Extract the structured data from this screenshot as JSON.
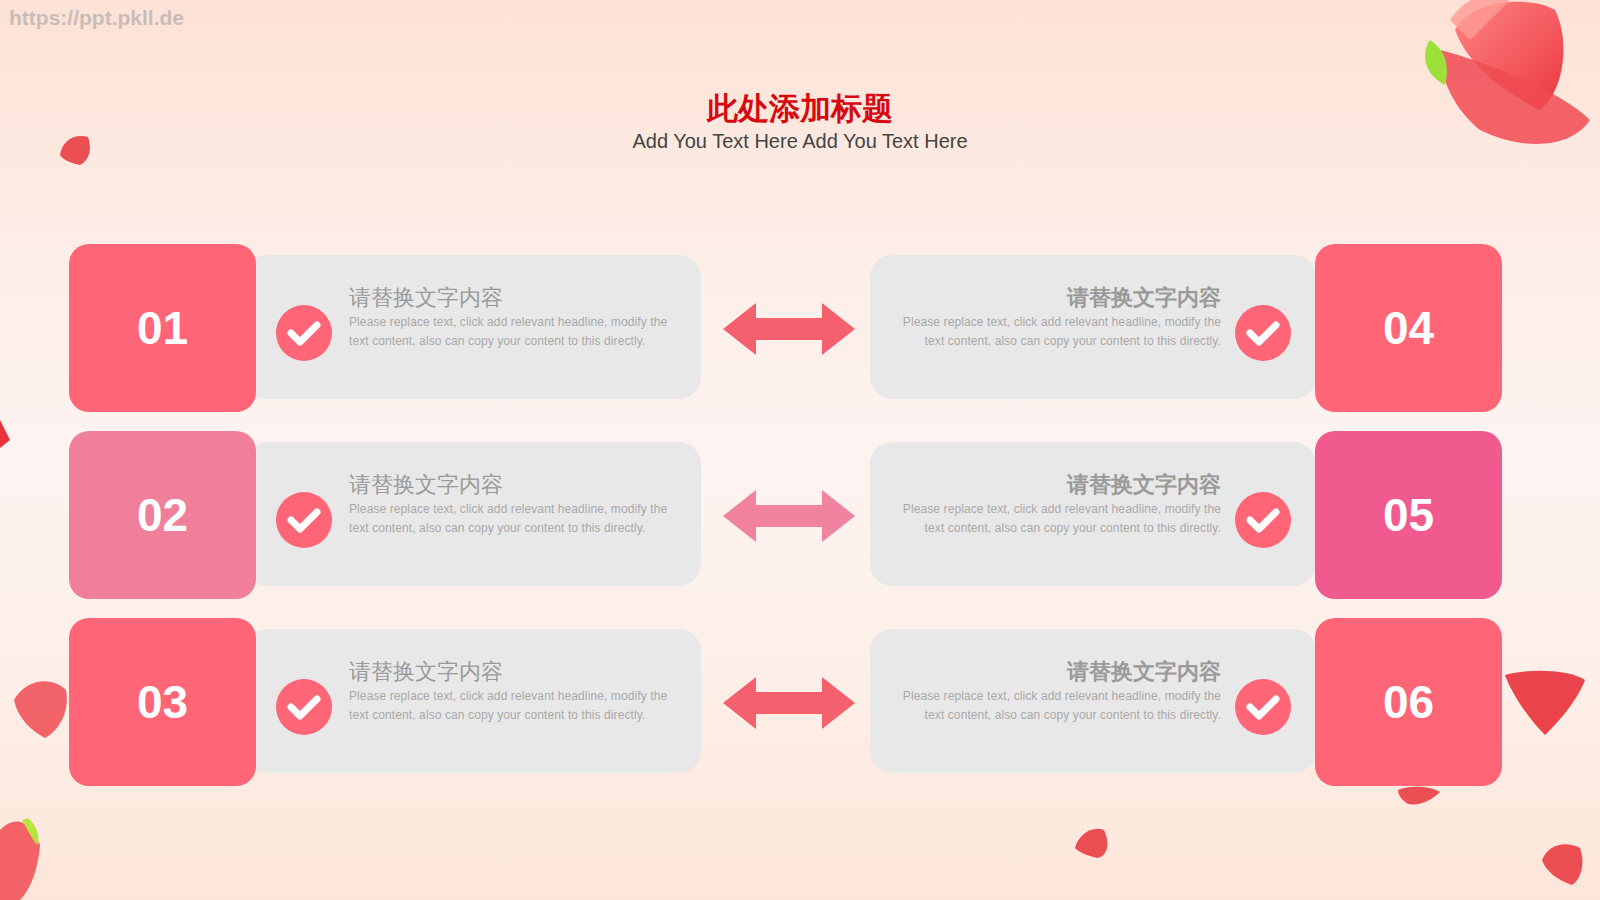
{
  "diagram": {
    "title": "此处添加标题",
    "nodes": [
      {
        "text": [
          "01"
        ]
      },
      {
        "text": [
          "请替换文字内容",
          "Please replace text, click add relevant headline, modify the text content, also can copy your content to this directly."
        ]
      },
      {
        "text": [
          "请替换文字内容",
          "Please replace text, click add relevant headline, modify the text content, also can copy your content to this directly."
        ]
      },
      {
        "text": [
          "04"
        ]
      },
      {
        "text": [
          "02"
        ]
      },
      {
        "text": [
          "请替换文字内容",
          "Please replace text, click add relevant headline, modify the text content, also can copy your content to this directly."
        ]
      },
      {
        "text": [
          "请替换文字内容",
          "Please replace text, click add relevant headline, modify the text content, also can copy your content to this directly."
        ]
      },
      {
        "text": [
          "05"
        ]
      },
      {
        "text": [
          "03"
        ]
      },
      {
        "text": [
          "请替换文字内容",
          "Please replace text, click add relevant headline, modify the text content, also can copy your content to this directly."
        ]
      },
      {
        "text": [
          "请替换文字内容",
          "Please replace text, click add relevant headline, modify the text content, also can copy your content to this directly."
        ]
      },
      {
        "text": [
          "06"
        ]
      }
    ],
    "edges": [
      {
        "from": 1,
        "to": 2,
        "arrow": "both"
      },
      {
        "from": 5,
        "to": 6,
        "arrow": "both"
      },
      {
        "from": 9,
        "to": 10,
        "arrow": "both"
      }
    ],
    "labels": [
      "https://ppt.pkll.de",
      "Add You Text Here Add You Text Here"
    ]
  }
}
